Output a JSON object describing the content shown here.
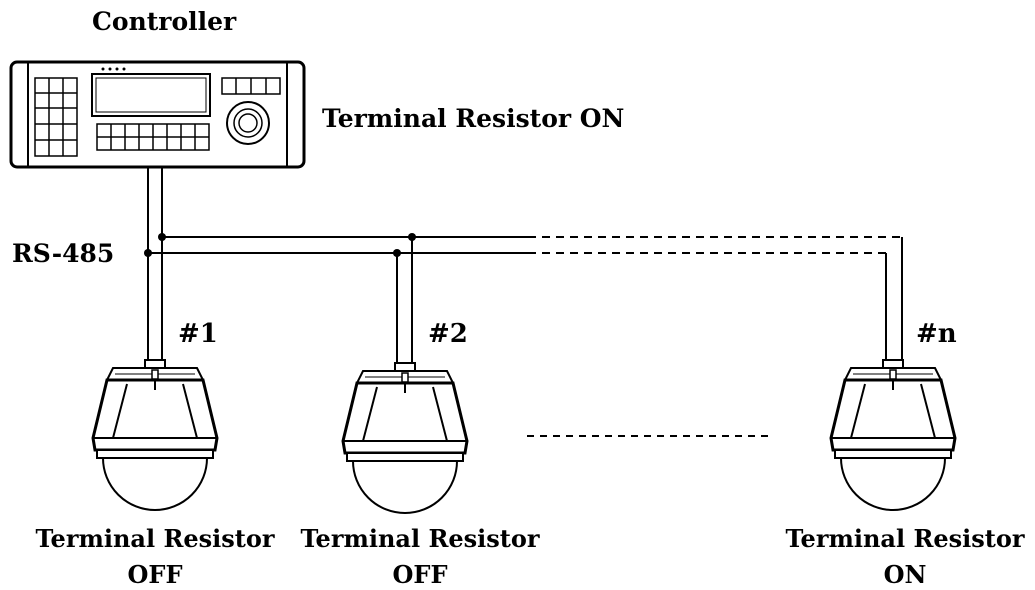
{
  "controller": {
    "title": "Controller",
    "resistor_label": "Terminal Resistor ON"
  },
  "bus": {
    "label": "RS-485"
  },
  "cameras": [
    {
      "id": "#1",
      "resistor_line1": "Terminal Resistor",
      "resistor_line2": "OFF"
    },
    {
      "id": "#2",
      "resistor_line1": "Terminal Resistor",
      "resistor_line2": "OFF"
    },
    {
      "id": "#n",
      "resistor_line1": "Terminal Resistor",
      "resistor_line2": "ON"
    }
  ],
  "colors": {
    "stroke": "#000000",
    "background": "#ffffff"
  }
}
